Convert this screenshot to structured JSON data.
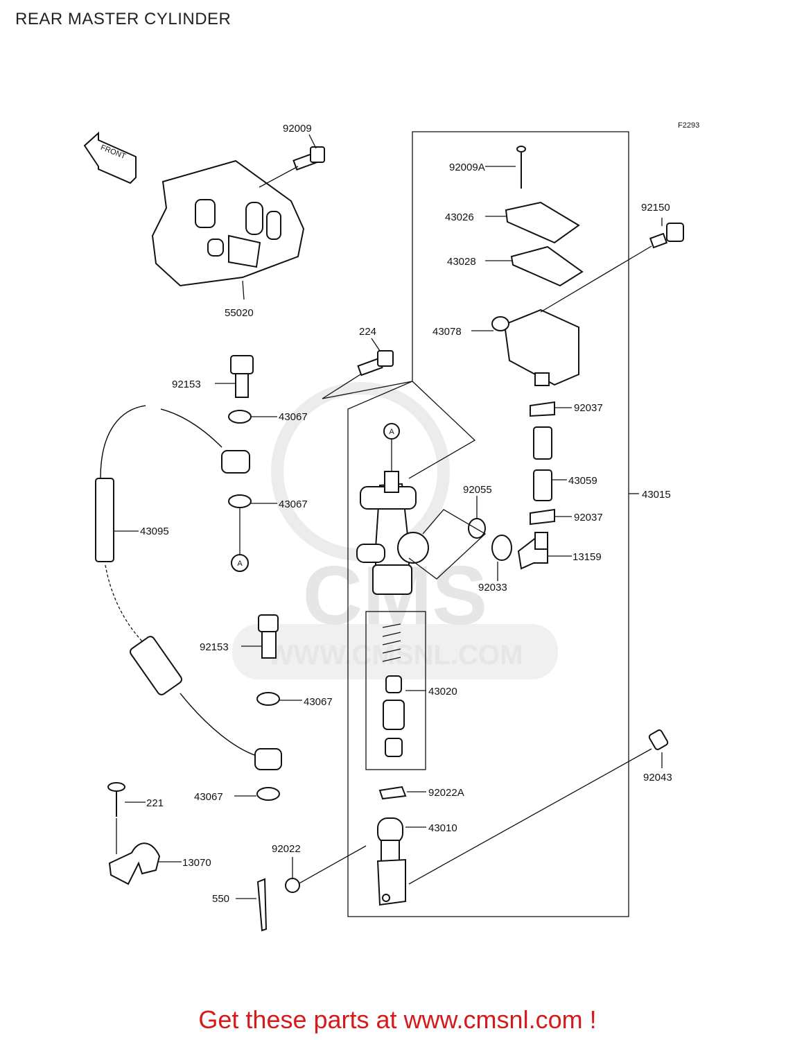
{
  "title": "REAR MASTER CYLINDER",
  "figure_code": "F2293",
  "front_arrow": "FRONT",
  "watermark": {
    "brand": "CMS",
    "url": "WWW.CMSNL.COM"
  },
  "footer": "Get these parts at www.cmsnl.com !",
  "marker": "A",
  "parts": {
    "p92009": "92009",
    "p55020": "55020",
    "p224": "224",
    "p92153a": "92153",
    "p43067a": "43067",
    "p43067b": "43067",
    "p43095": "43095",
    "p92153b": "92153",
    "p43067c": "43067",
    "p43067d": "43067",
    "p221": "221",
    "p13070": "13070",
    "p550": "550",
    "p92022": "92022",
    "p92009A": "92009A",
    "p43026": "43026",
    "p43028": "43028",
    "p43078": "43078",
    "p92150": "92150",
    "p92037a": "92037",
    "p43059": "43059",
    "p92037b": "92037",
    "p43015": "43015",
    "p13159": "13159",
    "p92055": "92055",
    "p92033": "92033",
    "p43020": "43020",
    "p92022A": "92022A",
    "p43010": "43010",
    "p92043": "92043"
  }
}
